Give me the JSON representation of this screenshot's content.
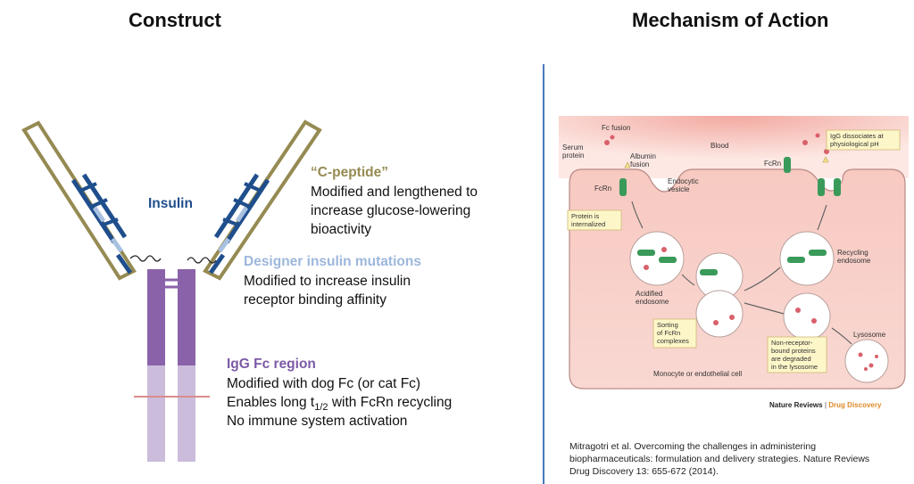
{
  "left": {
    "title": "Construct",
    "insulin_label": "Insulin",
    "cpeptide": {
      "header": "“C-peptide”",
      "lines": [
        "Modified and lengthened to",
        "increase glucose-lowering",
        "bioactivity"
      ]
    },
    "mutations": {
      "header": "Designer insulin mutations",
      "lines": [
        "Modified to increase insulin",
        "receptor binding affinity"
      ]
    },
    "fc": {
      "header": "IgG Fc region",
      "line1": "Modified with dog Fc (or cat Fc)",
      "line2_prefix": "Enables long t",
      "line2_sub": "1/2",
      "line2_suffix": " with FcRn recycling",
      "line3": "No immune system activation"
    }
  },
  "right": {
    "title": "Mechanism of Action",
    "figure": {
      "blood": "Blood",
      "fc_fusion": "Fc fusion",
      "serum_protein": [
        "Serum",
        "protein"
      ],
      "albumin_fusion": [
        "Albumin",
        "fusion"
      ],
      "fcrn_left": "FcRn",
      "endocytic_vesicle": [
        "Endocytic",
        "vesicle"
      ],
      "protein_internalized": [
        "Protein is",
        "internalized"
      ],
      "igg_dissociates": [
        "IgG dissociates at",
        "physiological pH"
      ],
      "fcrn_right": "FcRn",
      "acidified_endosome": [
        "Acidified",
        "endosome"
      ],
      "recycling_endosome": [
        "Recycling",
        "endosome"
      ],
      "sorting": [
        "Sorting",
        "of FcRn",
        "complexes"
      ],
      "lysosome": "Lysosome",
      "non_receptor": [
        "Non-receptor-",
        "bound proteins",
        "are degraded",
        "in the lysosome"
      ],
      "cell": "Monocyte or endothelial cell",
      "journal": "Nature Reviews",
      "journal_sep": " | ",
      "journal_section": "Drug Discovery"
    },
    "citation": [
      "Mitragotri et al. Overcoming the challenges in administering",
      "biopharmaceuticals: formulation and delivery strategies. Nature Reviews",
      "Drug Discovery 13: 655-672  (2014)."
    ]
  },
  "colors": {
    "olive": "#958a52",
    "navy": "#1f4e8c",
    "light_blue": "#a9c1e0",
    "purple_dark": "#8a62a9",
    "purple_light": "#cbbcdb",
    "pink_line": "#d98c8c",
    "divider": "#4a78c0",
    "fc_header": "#7b5aa6",
    "mut_header": "#9db7dc",
    "cpep_header": "#958a52",
    "insulin_header": "#1f4e8c"
  }
}
